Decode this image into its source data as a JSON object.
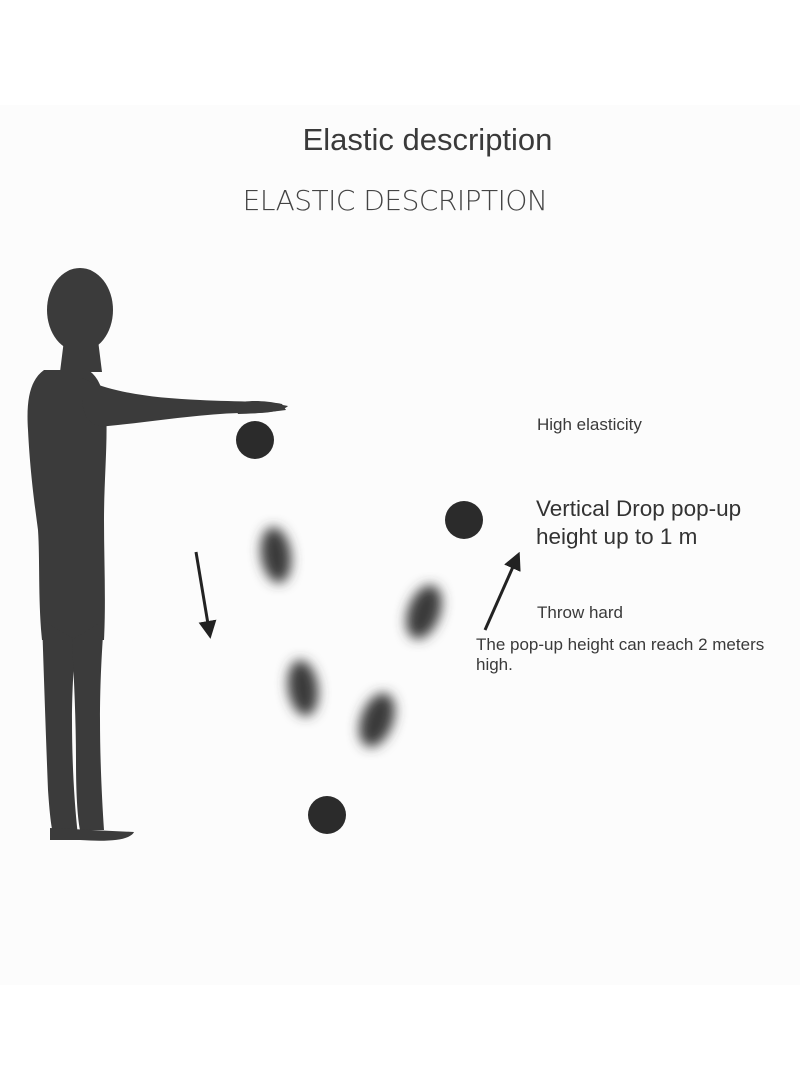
{
  "heading": {
    "title": "Elastic description",
    "subtitle": "ELASTIC DESCRIPTION"
  },
  "labels": {
    "high_elasticity": "High elasticity",
    "vertical_drop": "Vertical Drop pop-up height up to 1 m",
    "throw_hard": "Throw hard",
    "throw_height": "The pop-up height can reach 2 meters high."
  },
  "colors": {
    "silhouette": "#3b3b3b",
    "ball": "#2b2b2b",
    "text": "#3a3a3a"
  },
  "icons": {
    "figure": "person-silhouette-icon",
    "ball": "ball-icon",
    "arrow_down": "arrow-down-icon",
    "arrow_up": "arrow-up-icon"
  }
}
